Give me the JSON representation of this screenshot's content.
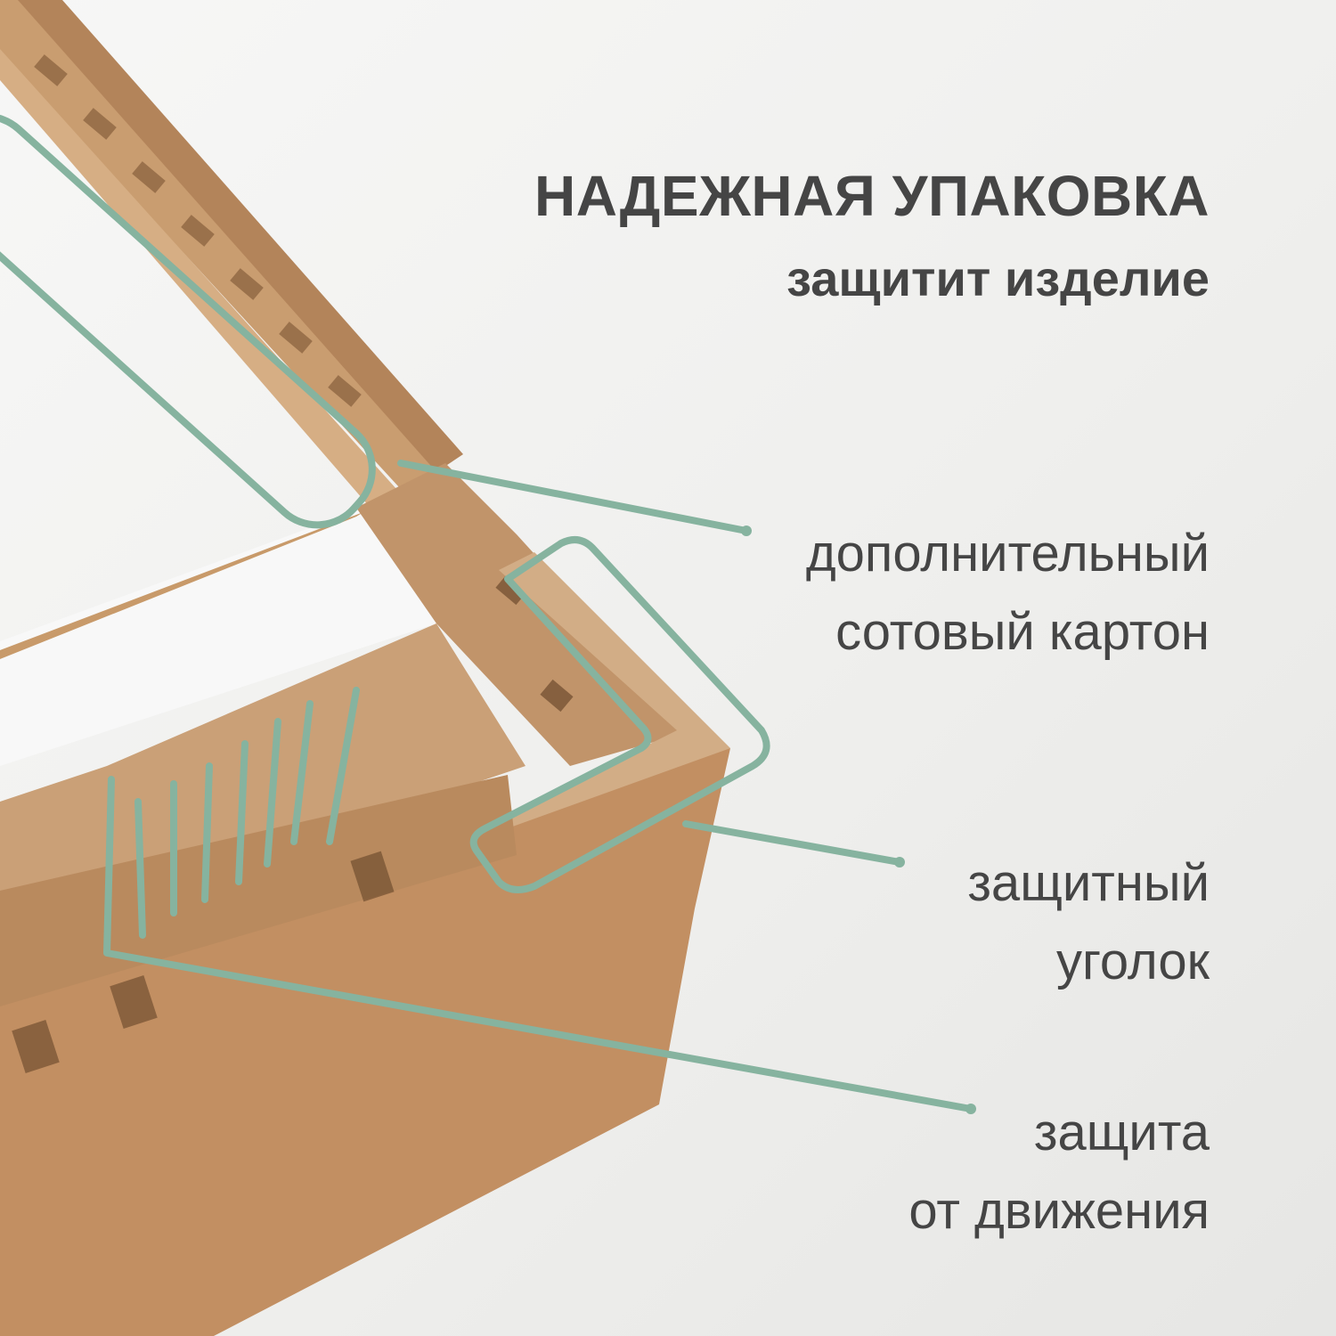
{
  "header": {
    "title": "НАДЕЖНАЯ УПАКОВКА",
    "subtitle": "защитит изделие"
  },
  "callouts": [
    {
      "line1": "дополнительный",
      "line2": "сотовый картон"
    },
    {
      "line1": "защитный",
      "line2": "уголок"
    },
    {
      "line1": "защита",
      "line2": "от движения"
    }
  ],
  "colors": {
    "text": "#454545",
    "accent_green": "#86b39f",
    "kraft": "#c79a6c",
    "kraft_dark": "#a8784c",
    "background": "#f0f0ef"
  }
}
